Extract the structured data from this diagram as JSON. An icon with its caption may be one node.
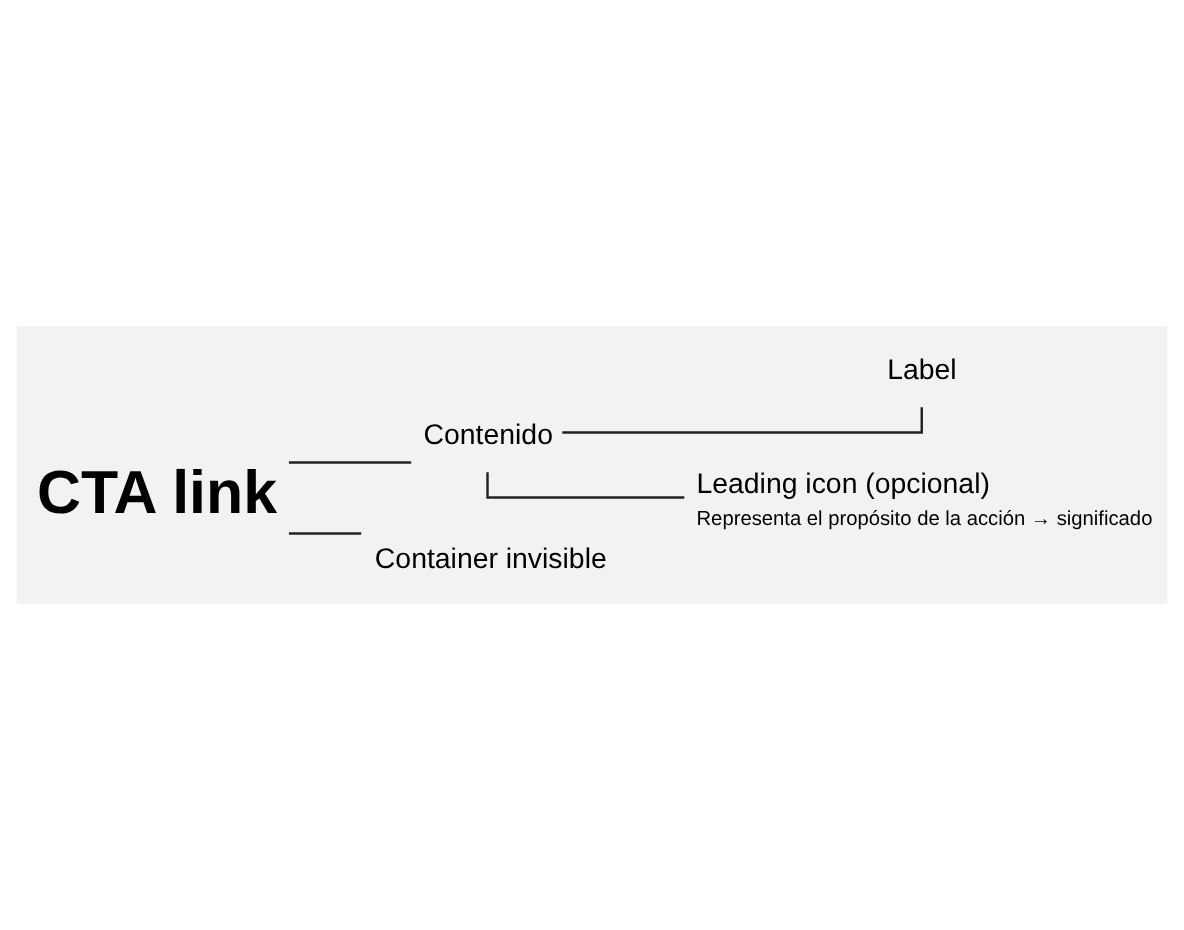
{
  "diagram": {
    "nodes": [
      {
        "text": [
          "CTA link"
        ]
      },
      {
        "text": [
          "Contenido"
        ]
      },
      {
        "text": [
          "Label"
        ]
      },
      {
        "text": [
          "Leading icon (opcional)"
        ],
        "beside": [
          "Representa el propósito de la acción → significado"
        ]
      },
      {
        "text": [
          "Container invisible"
        ]
      }
    ],
    "edges": [
      {
        "from": 0,
        "to": 1,
        "arrow": "none"
      },
      {
        "from": 1,
        "to": 2,
        "arrow": "none"
      },
      {
        "from": 1,
        "to": 3,
        "arrow": "none"
      },
      {
        "from": 0,
        "to": 4,
        "arrow": "none"
      }
    ]
  }
}
